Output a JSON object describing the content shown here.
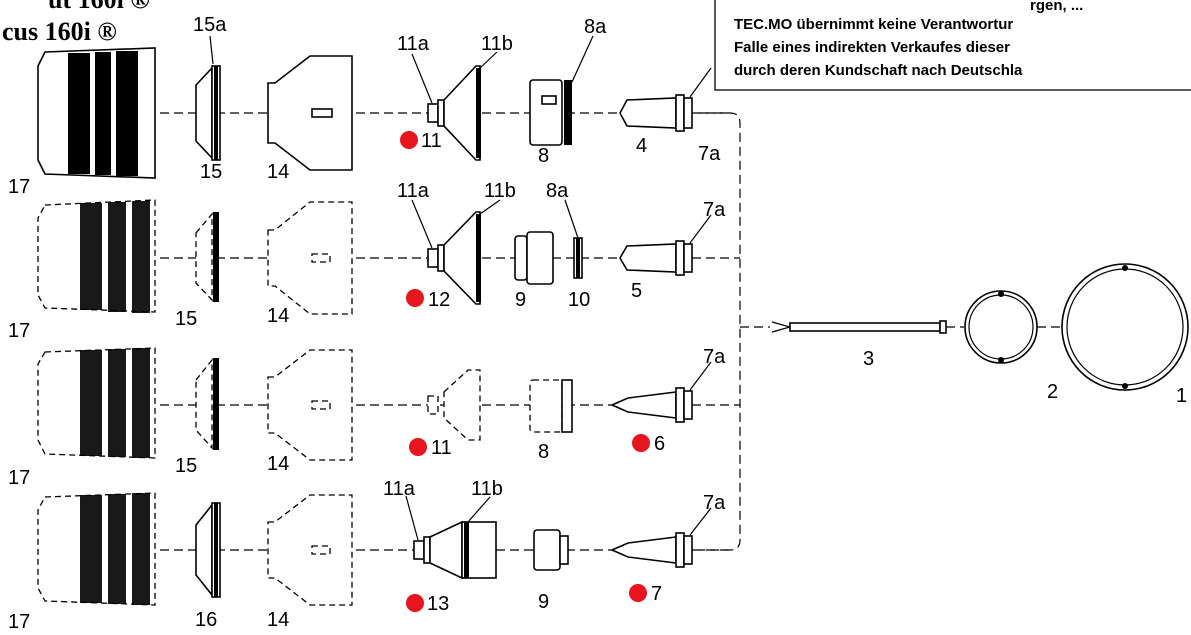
{
  "title": {
    "line1": "ut 160i ®",
    "line2": "cus 160i ®"
  },
  "notice": {
    "line1": "TEC.MO übernimmt keine Verantwortur",
    "line2": "Falle eines indirekten Verkaufes dieser",
    "line3": "durch deren Kundschaft nach Deutschla",
    "partial_top": "rgen, ... "
  },
  "colors": {
    "marker": "#e8141e",
    "line": "#000000",
    "background": "#ffffff"
  },
  "rows": [
    {
      "labels": {
        "n17": "17",
        "n15": "15",
        "n15a": "15a",
        "n14": "14",
        "n11": "11",
        "n11a": "11a",
        "n11b": "11b",
        "n8": "8",
        "n8a": "8a",
        "n4": "4",
        "n7a": "7a"
      }
    },
    {
      "labels": {
        "n17": "17",
        "n15": "15",
        "n14": "14",
        "n12": "12",
        "n11a": "11a",
        "n11b": "11b",
        "n9": "9",
        "n8a": "8a",
        "n10": "10",
        "n5": "5",
        "n7a": "7a"
      }
    },
    {
      "labels": {
        "n17": "17",
        "n15": "15",
        "n14": "14",
        "n11": "11",
        "n8": "8",
        "n6": "6",
        "n7a": "7a"
      }
    },
    {
      "labels": {
        "n17": "17",
        "n16": "16",
        "n14": "14",
        "n13": "13",
        "n11a": "11a",
        "n11b": "11b",
        "n9": "9",
        "n7": "7",
        "n7a": "7a"
      }
    }
  ],
  "right": {
    "n3": "3",
    "n2": "2",
    "n1": "1"
  }
}
